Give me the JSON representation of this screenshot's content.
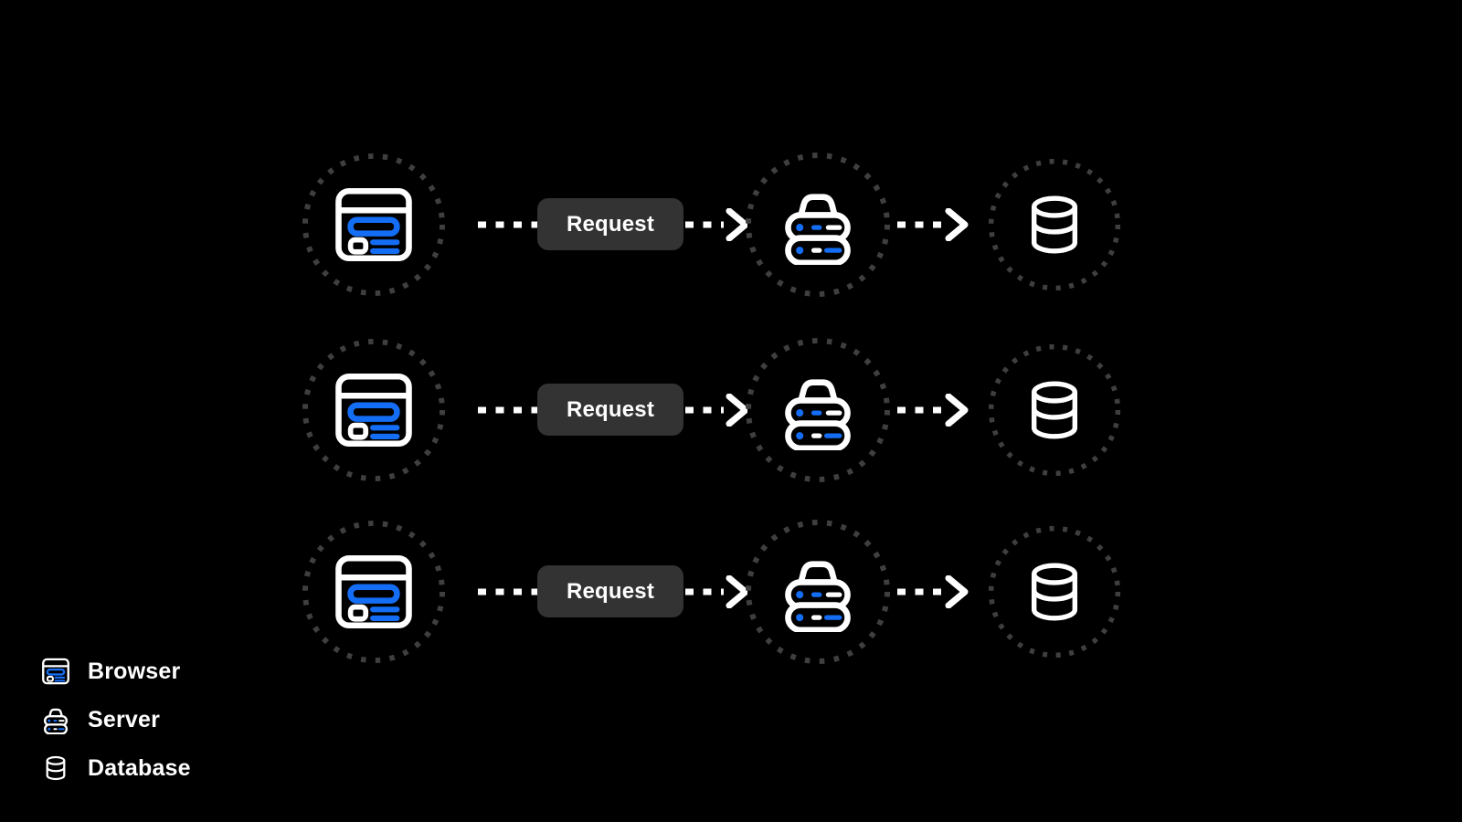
{
  "palette": {
    "background": "#000000",
    "accent_blue": "#146ef5",
    "chip_background": "#333333",
    "dashed_ring": "#3f3f3f",
    "icon_stroke": "#ffffff",
    "text": "#ffffff"
  },
  "rows": [
    {
      "request_label": "Request"
    },
    {
      "request_label": "Request"
    },
    {
      "request_label": "Request"
    }
  ],
  "legend": {
    "items": [
      {
        "icon": "browser-icon",
        "label": "Browser"
      },
      {
        "icon": "server-icon",
        "label": "Server"
      },
      {
        "icon": "database-icon",
        "label": "Database"
      }
    ]
  }
}
